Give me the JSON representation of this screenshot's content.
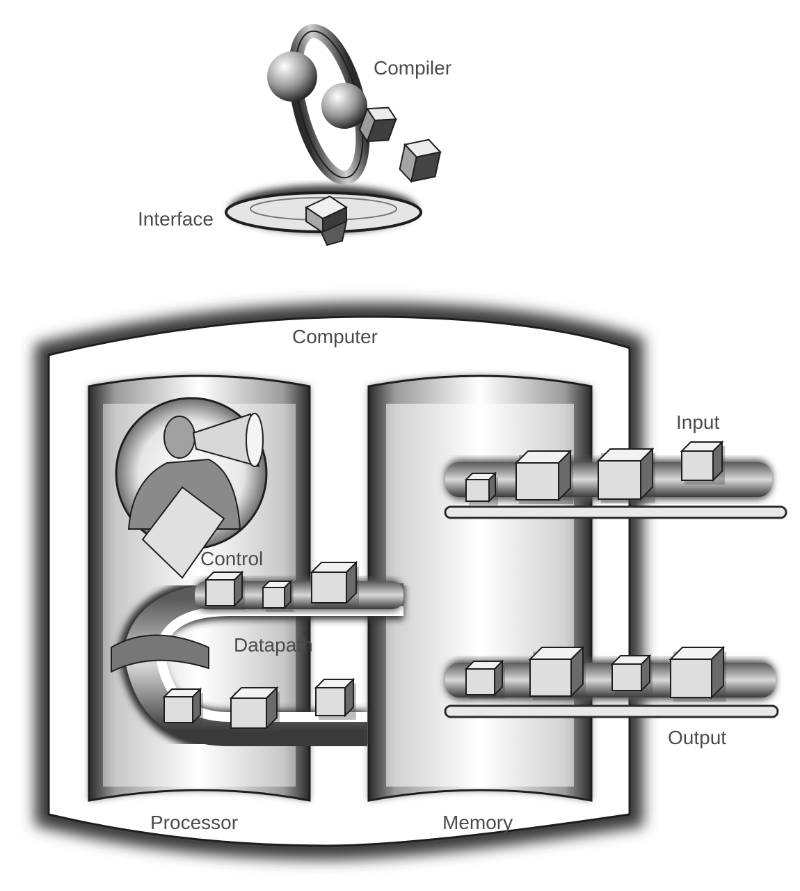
{
  "labels": {
    "compiler": "Compiler",
    "interface": "Interface",
    "computer": "Computer",
    "input": "Input",
    "control": "Control",
    "datapath": "Datapath",
    "output": "Output",
    "processor": "Processor",
    "memory": "Memory"
  },
  "icons": {
    "compiler_art": "gyroscope-spheres-icon",
    "control_art": "person-with-megaphone-icon",
    "block": "cube-icon"
  },
  "colors": {
    "ink": "#1e1e1e",
    "shade": "#7a7a7a",
    "paper": "#ffffff",
    "label": "#4a4a4a"
  }
}
